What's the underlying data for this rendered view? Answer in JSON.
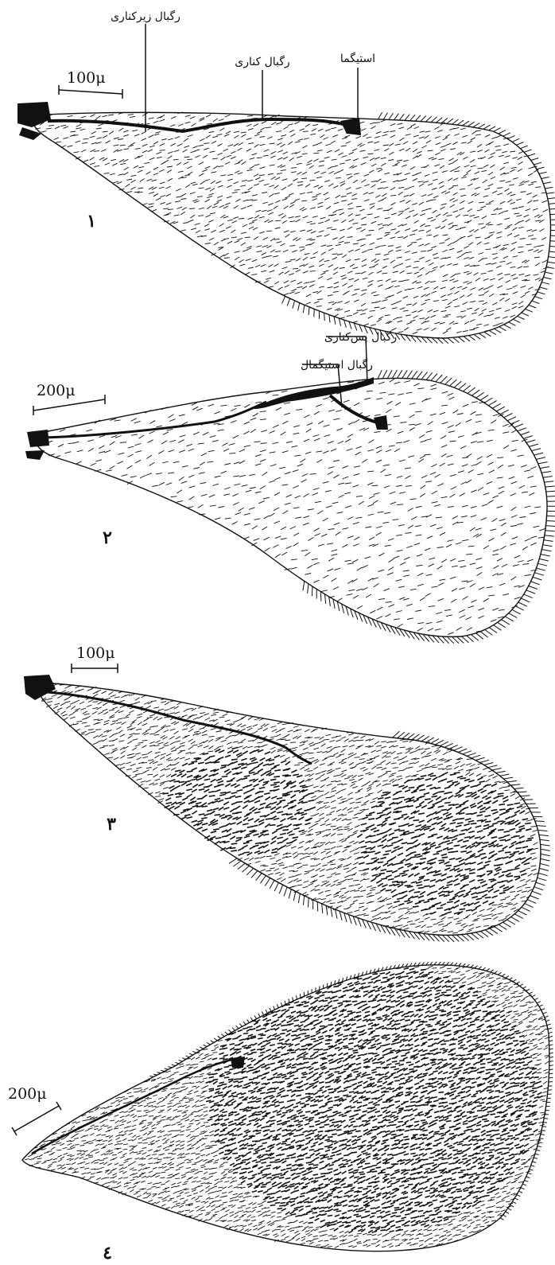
{
  "figure": {
    "panels": [
      {
        "id": "1",
        "number_label": "۱",
        "scale_label": "100μ",
        "annotations": [
          "رگبال زیرکناری",
          "رگبال کناری",
          "استیگما"
        ]
      },
      {
        "id": "2",
        "number_label": "۲",
        "scale_label": "200μ",
        "annotations": [
          "رگبال پس‌کناری",
          "رگبال استیگمال"
        ]
      },
      {
        "id": "3",
        "number_label": "۳",
        "scale_label": "100μ",
        "annotations": []
      },
      {
        "id": "4",
        "number_label": "٤",
        "scale_label": "200μ",
        "annotations": []
      }
    ]
  },
  "colors": {
    "ink": "#111111",
    "paper": "#ffffff"
  }
}
